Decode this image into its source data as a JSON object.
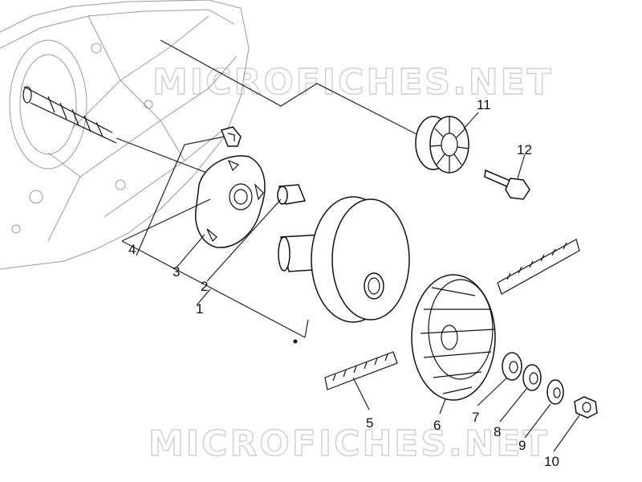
{
  "watermark": {
    "text": "MICROFICHES.NET"
  },
  "callouts": [
    {
      "id": "1",
      "label": "1"
    },
    {
      "id": "2",
      "label": "2"
    },
    {
      "id": "3",
      "label": "3"
    },
    {
      "id": "4",
      "label": "4"
    },
    {
      "id": "5",
      "label": "5"
    },
    {
      "id": "6",
      "label": "6"
    },
    {
      "id": "7",
      "label": "7"
    },
    {
      "id": "8",
      "label": "8"
    },
    {
      "id": "9",
      "label": "9"
    },
    {
      "id": "10",
      "label": "10"
    },
    {
      "id": "11",
      "label": "11"
    },
    {
      "id": "12",
      "label": "12"
    }
  ],
  "colors": {
    "line": "#111111",
    "watermark": "#cfcfcf",
    "housing": "#9a9a9a"
  }
}
